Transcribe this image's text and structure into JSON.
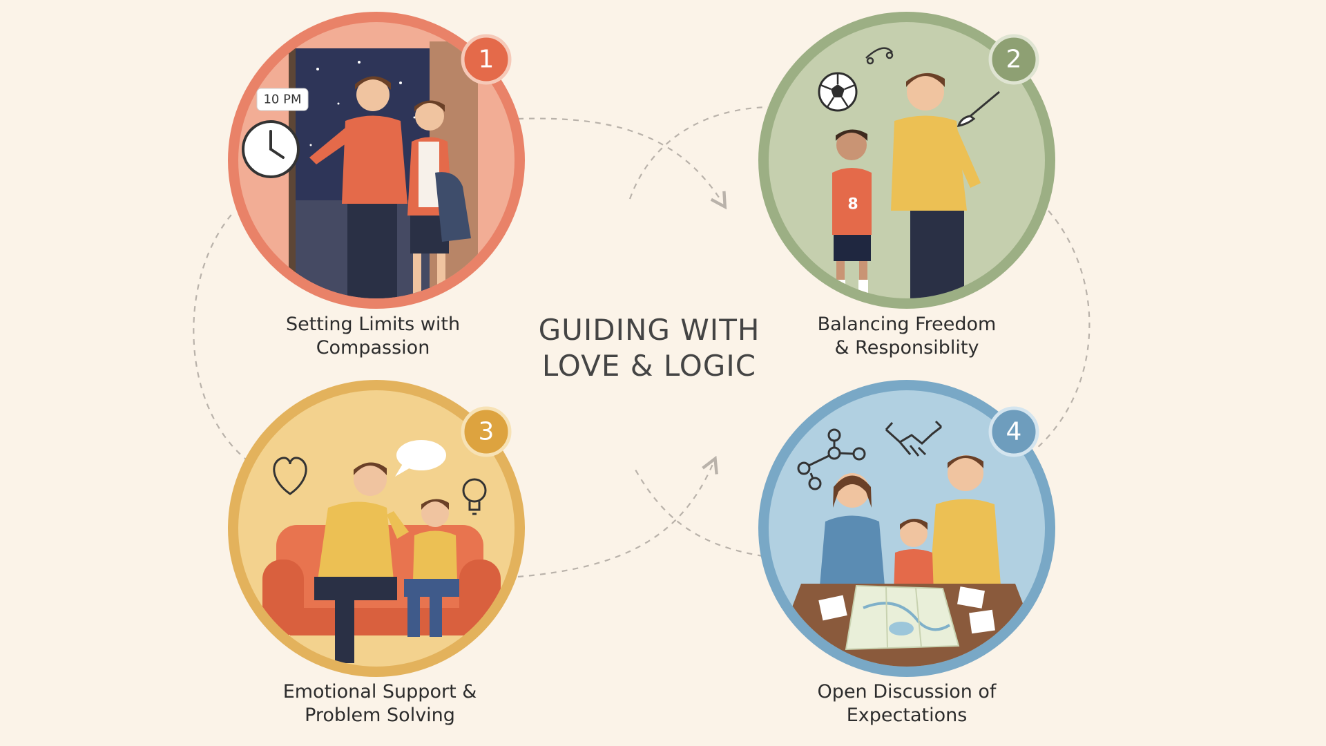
{
  "title": {
    "line1": "GUIDING WITH",
    "line2": "LOVE & LOGIC"
  },
  "steps": [
    {
      "number": "1",
      "caption_line1": "Setting Limits with",
      "caption_line2": "Compassion",
      "time_label": "10 PM",
      "color": "#e98268"
    },
    {
      "number": "2",
      "caption_line1": "Balancing Freedom",
      "caption_line2": "& Responsiblity",
      "jersey_number": "8",
      "color": "#9caf84"
    },
    {
      "number": "3",
      "caption_line1": "Emotional Support &",
      "caption_line2": "Problem Solving",
      "color": "#e3b25c"
    },
    {
      "number": "4",
      "caption_line1": "Open Discussion of",
      "caption_line2": "Expectations",
      "color": "#79a8c6"
    }
  ],
  "icons": [
    "clock-icon",
    "soccer-ball-icon",
    "paintbrush-icon",
    "skateboard-icon",
    "heart-icon",
    "lightbulb-icon",
    "speech-bubble-icon",
    "network-icon",
    "handshake-icon",
    "map-icon"
  ],
  "colors": {
    "background": "#fbf3e8",
    "connector": "#b9b2aa"
  }
}
